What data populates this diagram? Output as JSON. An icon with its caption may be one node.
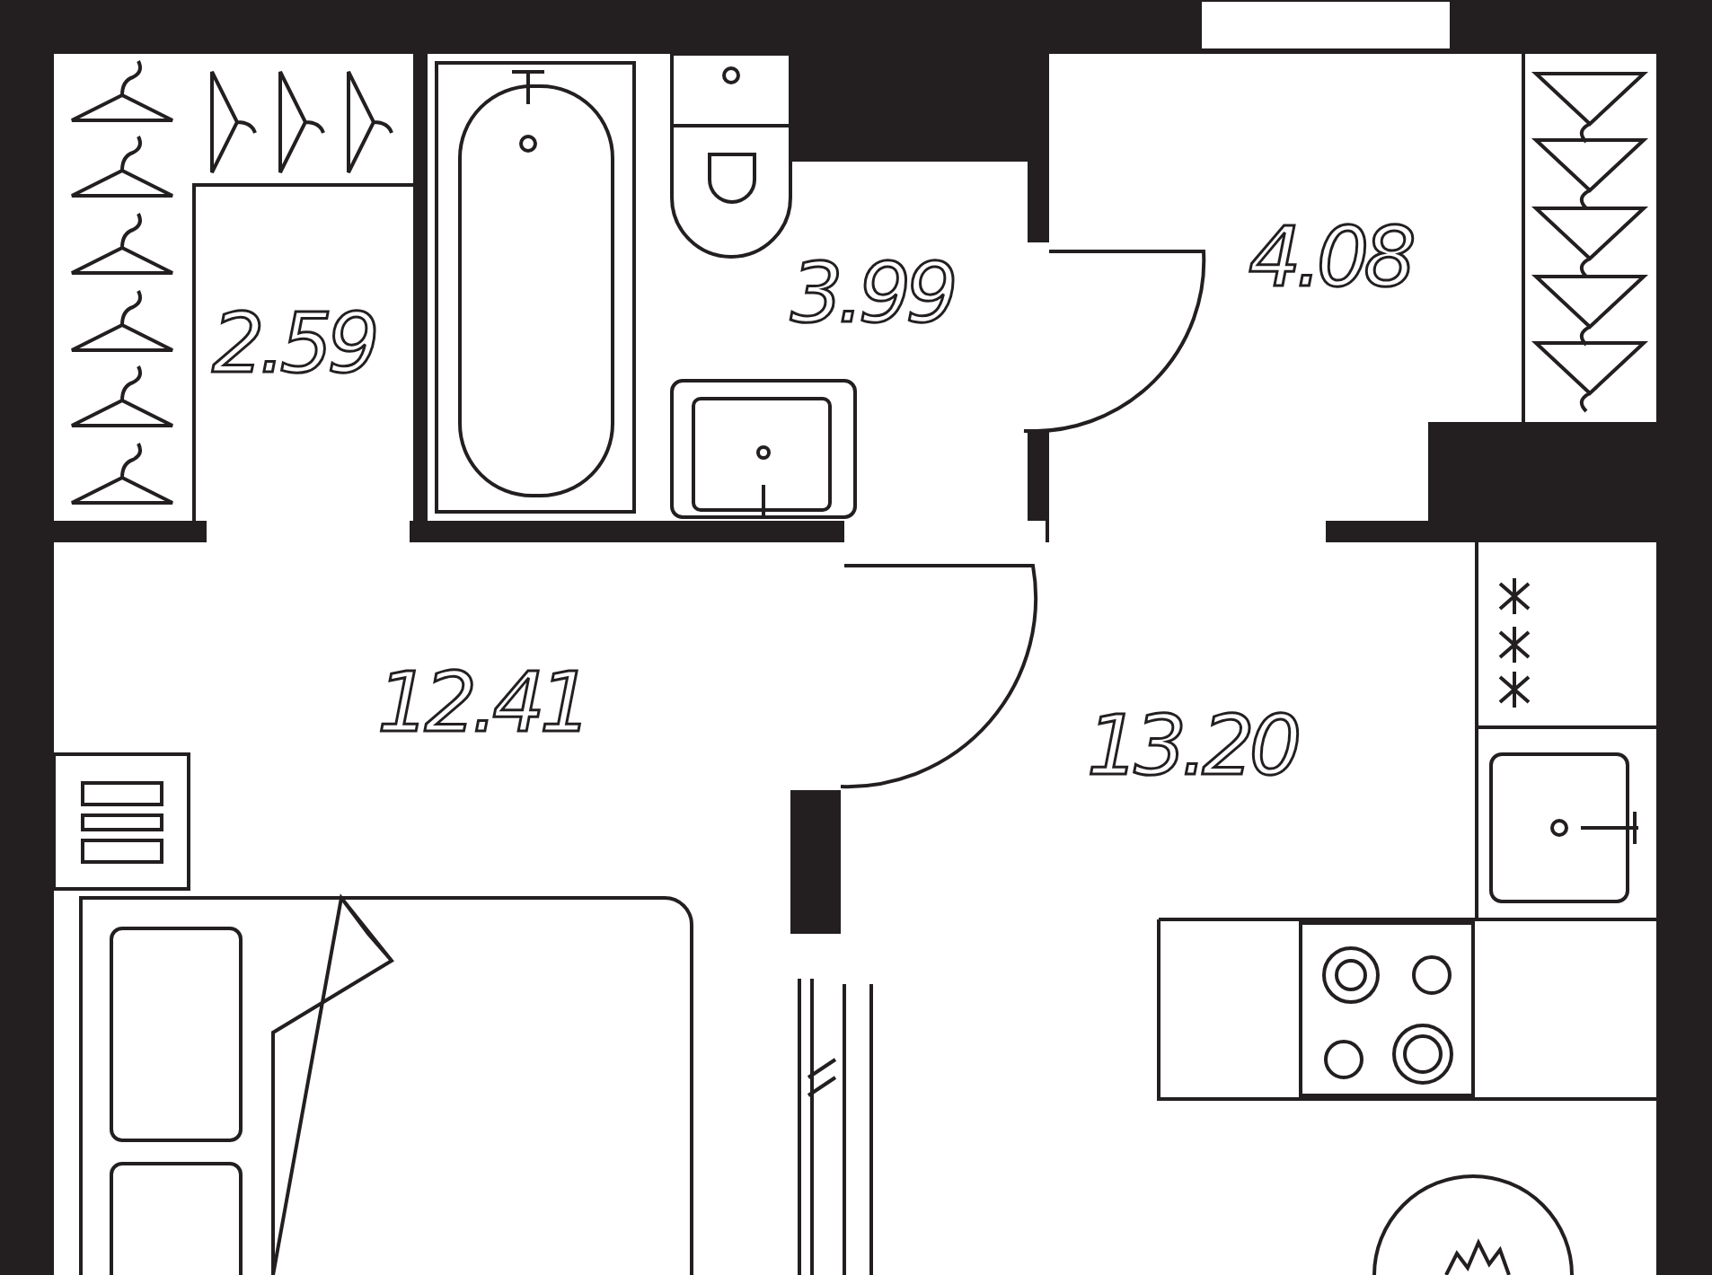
{
  "diagram": {
    "labels": [
      "2.59",
      "3.99",
      "4.08",
      "12.41",
      "13.20"
    ]
  }
}
